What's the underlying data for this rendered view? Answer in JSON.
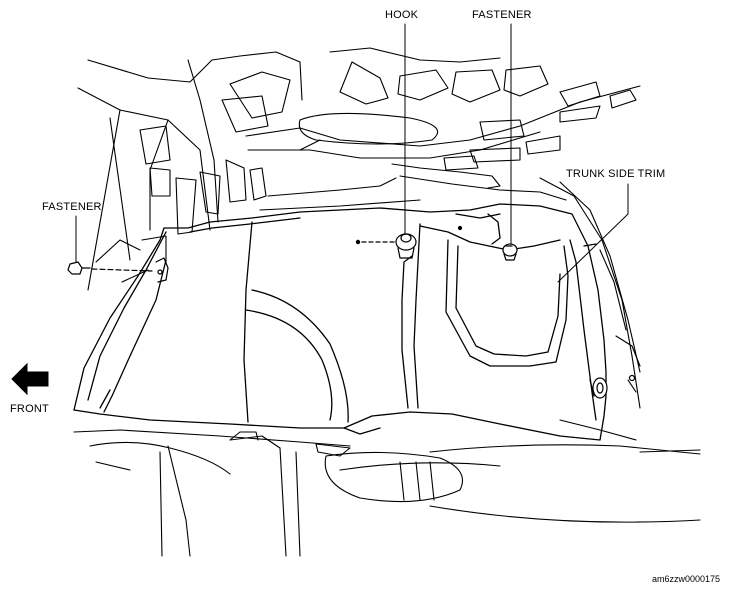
{
  "labels": {
    "hook": "HOOK",
    "fastener_top": "FASTENER",
    "trunk_side_trim": "TRUNK SIDE TRIM",
    "fastener_left": "FASTENER",
    "front": "FRONT"
  },
  "figure_code": "am6zzw0000175",
  "colors": {
    "line": "#000000",
    "background": "#ffffff"
  },
  "icons": {
    "front_arrow": "left-arrow-icon"
  }
}
